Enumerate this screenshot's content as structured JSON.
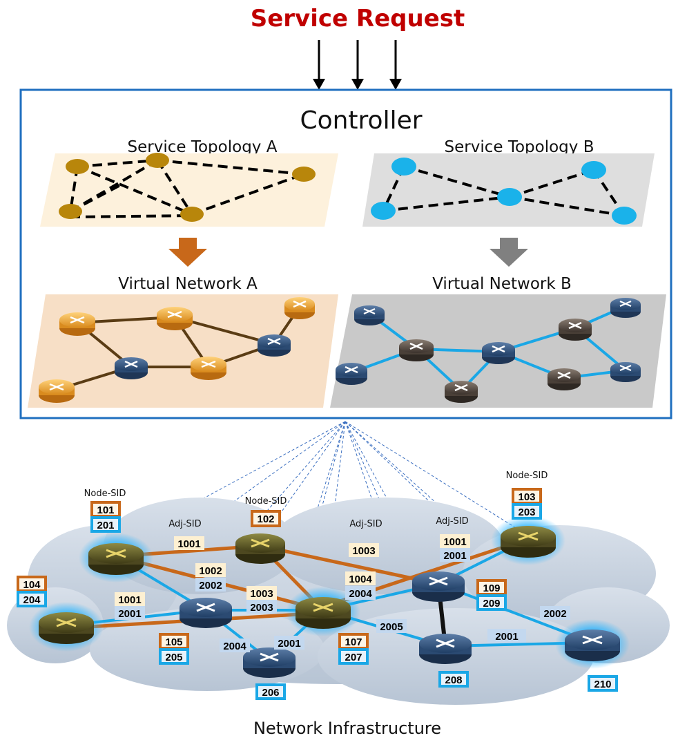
{
  "header": {
    "title": "Service Request"
  },
  "controller": {
    "title": "Controller",
    "topology_a": "Service Topology A",
    "topology_b": "Service Topology B",
    "virtual_a": "Virtual Network A",
    "virtual_b": "Virtual Network B"
  },
  "infrastructure": {
    "caption": "Network Infrastructure",
    "node_sid_label": "Node-SID",
    "adj_sid_label": "Adj-SID"
  },
  "sids": {
    "s101": "101",
    "s201": "201",
    "s102": "102",
    "s103": "103",
    "s203": "203",
    "s104": "104",
    "s204": "204",
    "s105": "105",
    "s205": "205",
    "s206": "206",
    "s107": "107",
    "s207": "207",
    "s208": "208",
    "s109": "109",
    "s209": "209",
    "s210": "210",
    "a1001_top": "1001",
    "a1002": "1002",
    "a2002_a": "2002",
    "a1003_mid": "1003",
    "a2003": "2003",
    "a1003_top": "1003",
    "a1004": "1004",
    "a2004_a": "2004",
    "a1001_r": "1001",
    "a2001_r": "2001",
    "a1001_l": "1001",
    "a2001_l": "2001",
    "a2004_b": "2004",
    "a2001_b": "2001",
    "a2005": "2005",
    "a2001_c": "2001",
    "a2002_c": "2002"
  },
  "colors": {
    "accent_red": "#c00000",
    "controller_border": "#1f6fbf",
    "orange_link": "#c8681a",
    "blue_link": "#1aa7e6",
    "topo_a_node": "#b8860b",
    "topo_b_node": "#1ab2ea"
  }
}
